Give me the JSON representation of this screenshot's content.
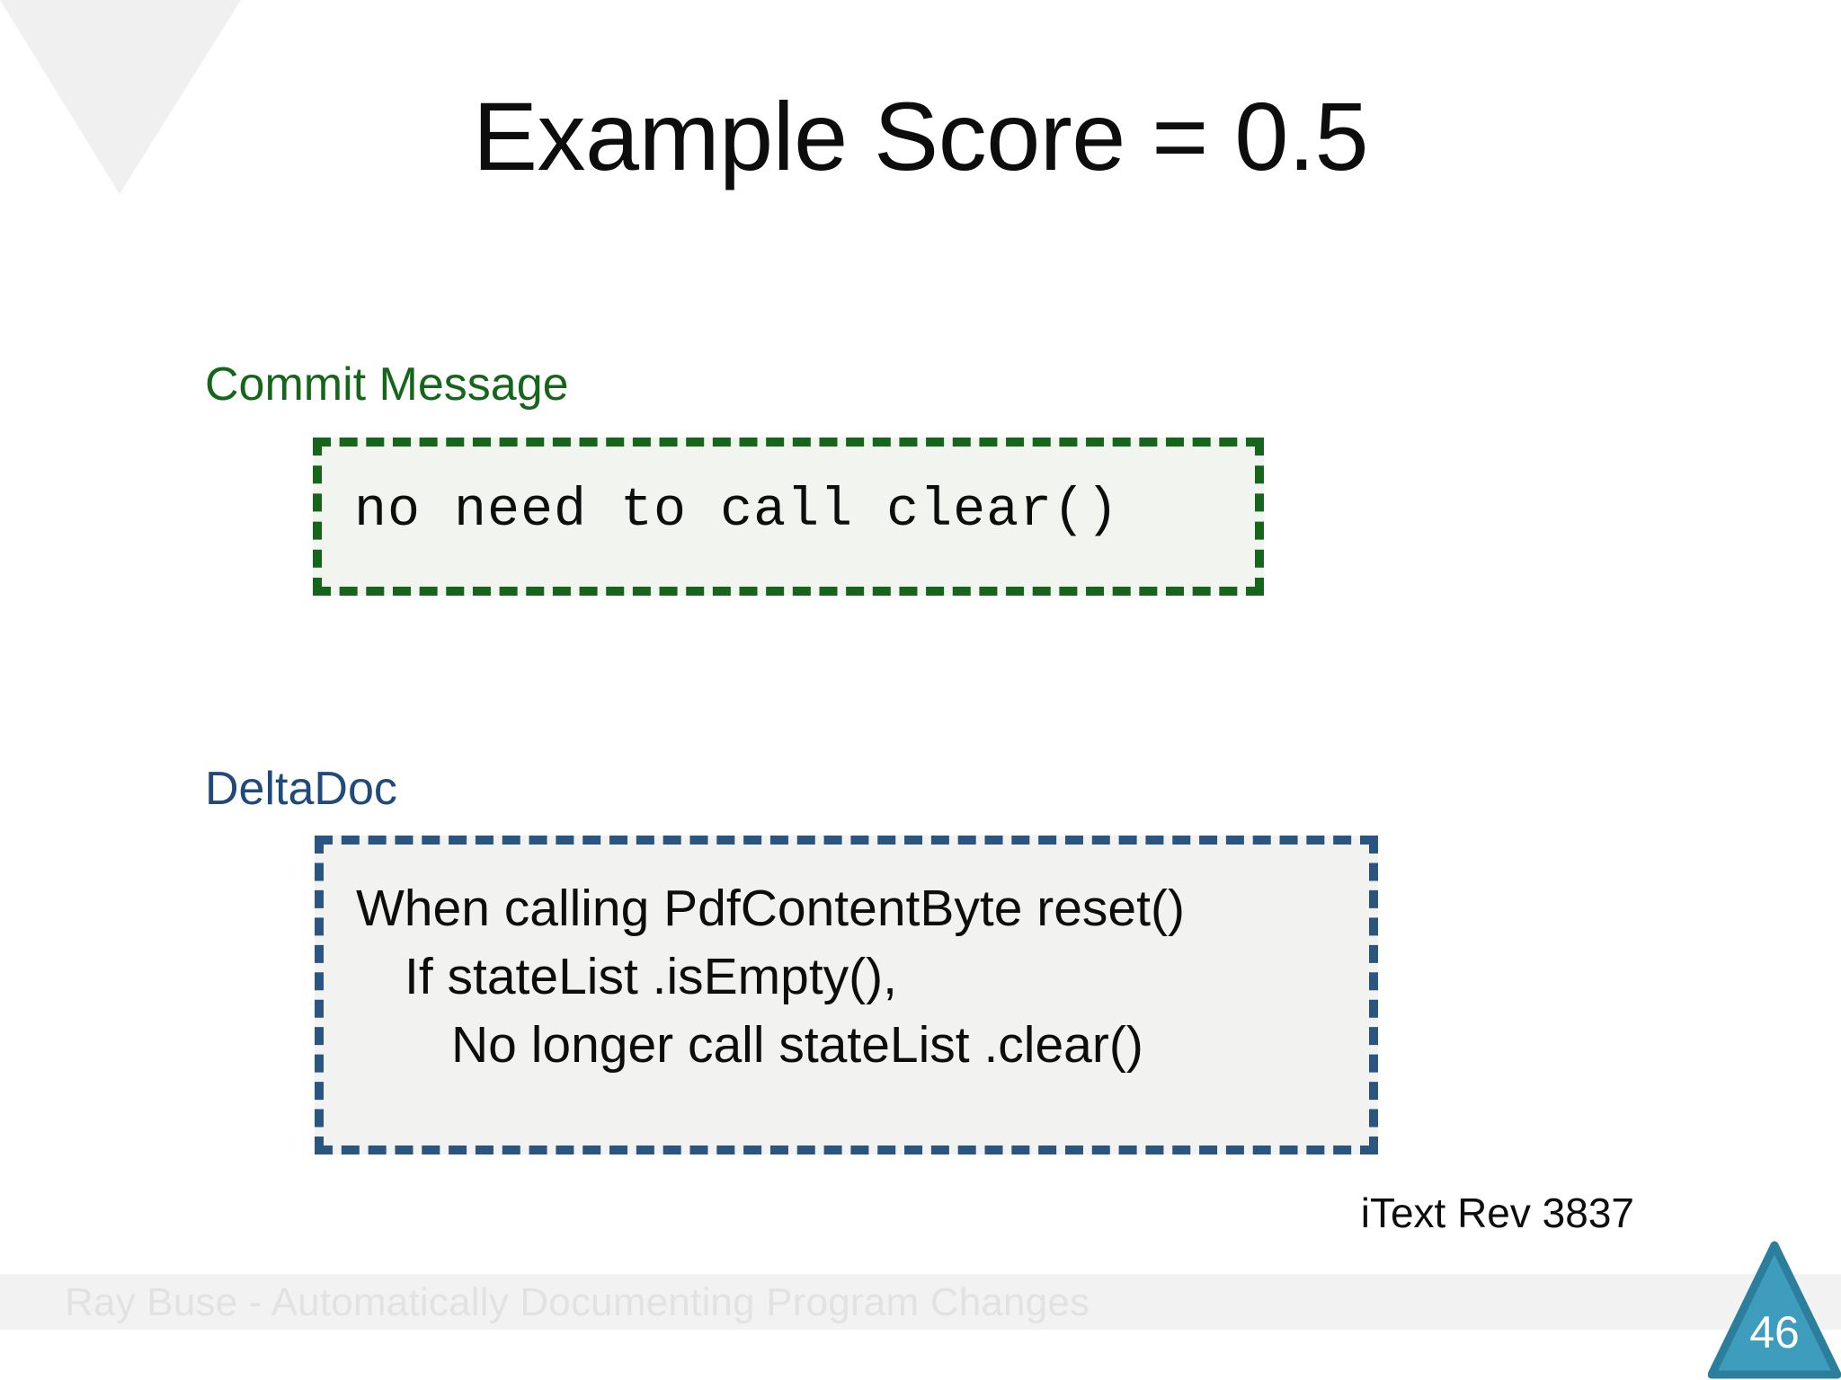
{
  "slide": {
    "title": "Example Score = 0.5",
    "background_color": "#ffffff",
    "corner_triangle_color": "#f0f0f0"
  },
  "commit_section": {
    "label": "Commit Message",
    "label_color": "#15651a",
    "border_color": "#15651a",
    "fill_color": "#f2f5ef",
    "text": "no need to call clear()"
  },
  "deltadoc_section": {
    "label": "DeltaDoc",
    "label_color": "#20497c",
    "border_color": "#2a5581",
    "fill_color": "#f2f2f0",
    "lines": [
      "When calling PdfContentByte reset()",
      "If stateList .isEmpty(),",
      "No longer call stateList .clear()"
    ]
  },
  "caption": {
    "text": "iText Rev 3837"
  },
  "footer": {
    "text": "Ray Buse - Automatically Documenting Program Changes",
    "text_color": "#e2e2e2",
    "bar_color": "#f2f2f2"
  },
  "slide_number": {
    "value": "46",
    "shape": "triangle-badge",
    "fill_color": "#3e9cbd",
    "stroke_color": "#2b7f9c",
    "text_color": "#ffffff"
  }
}
